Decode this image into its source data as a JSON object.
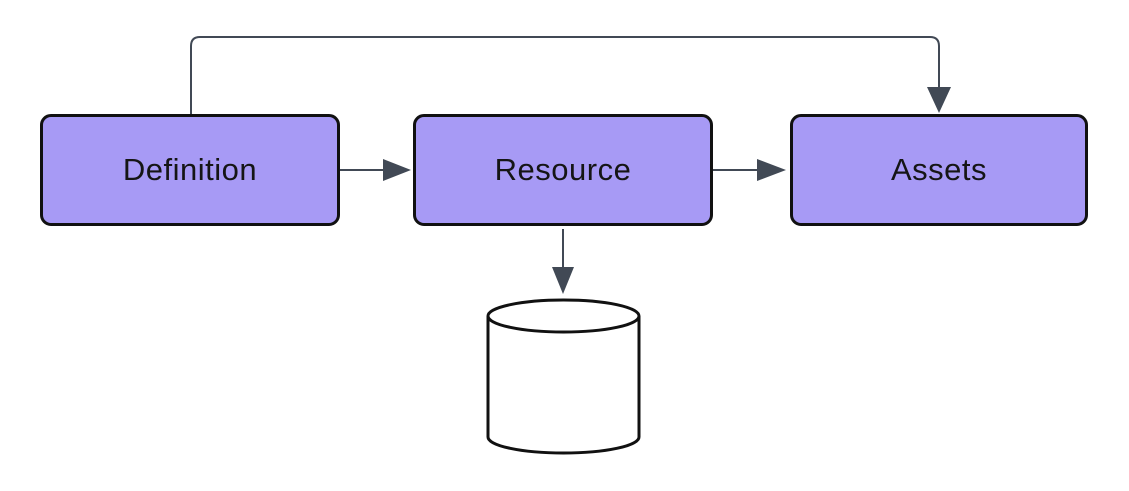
{
  "diagram": {
    "nodes": [
      {
        "id": "definition",
        "label": "Definition",
        "shape": "rounded-rectangle"
      },
      {
        "id": "resource",
        "label": "Resource",
        "shape": "rounded-rectangle"
      },
      {
        "id": "assets",
        "label": "Assets",
        "shape": "rounded-rectangle"
      },
      {
        "id": "datastore",
        "label": "",
        "shape": "database-cylinder"
      }
    ],
    "edges": [
      {
        "from": "definition",
        "to": "resource",
        "type": "arrow",
        "route": "straight-right"
      },
      {
        "from": "resource",
        "to": "assets",
        "type": "arrow",
        "route": "straight-right"
      },
      {
        "from": "definition",
        "to": "assets",
        "type": "arrow",
        "route": "over-the-top-loop"
      },
      {
        "from": "resource",
        "to": "datastore",
        "type": "arrow",
        "route": "straight-down"
      }
    ],
    "colors": {
      "node_fill": "#a79af5",
      "node_border": "#111111",
      "connector": "#414955",
      "text": "#151515",
      "background": "#ffffff",
      "cylinder_fill": "#ffffff"
    }
  }
}
